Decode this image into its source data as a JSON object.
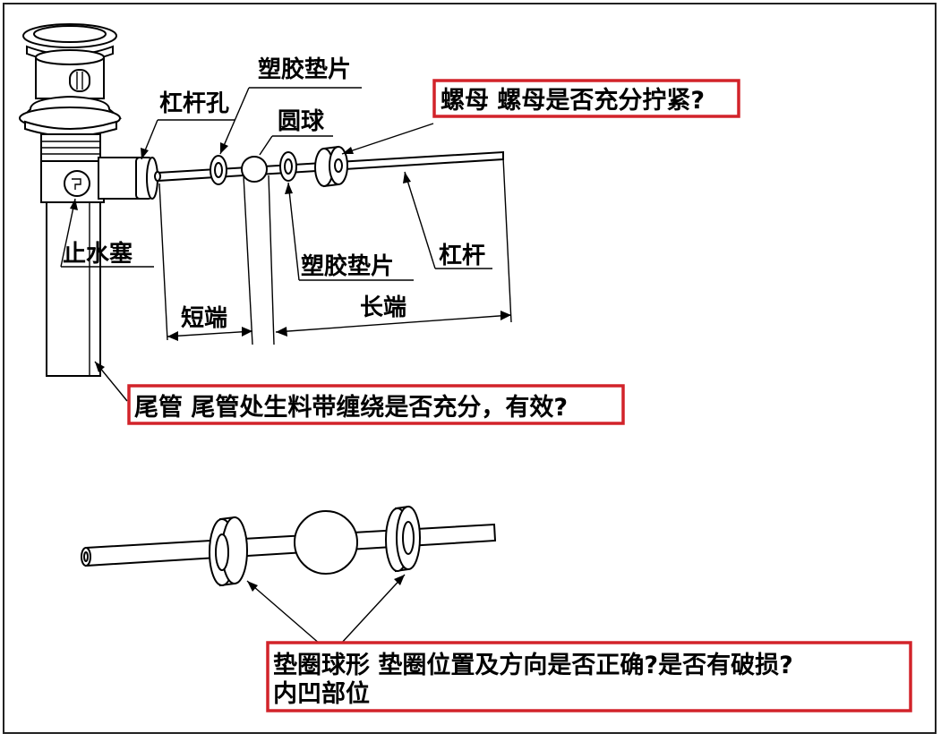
{
  "labels": {
    "lever_hole": "杠杆孔",
    "plastic_gasket_top": "塑胶垫片",
    "ball": "圆球",
    "nut": "螺母",
    "stopper": "止水塞",
    "plastic_gasket_bottom": "塑胶垫片",
    "lever": "杠杆",
    "short_end": "短端",
    "long_end": "长端",
    "tail_pipe": "尾管",
    "gasket_ball_shape": "垫圈球形"
  },
  "questions": {
    "nut": "螺母是否充分拧紧?",
    "tail_pipe": "尾管处生料带缠绕是否充分，有效?",
    "gasket_line1": "垫圈位置及方向是否正确?是否有破损?",
    "gasket_line2": "内凹部位"
  },
  "colors": {
    "highlight_border": "#d2232a",
    "line": "#000000",
    "frame": "#222222"
  }
}
